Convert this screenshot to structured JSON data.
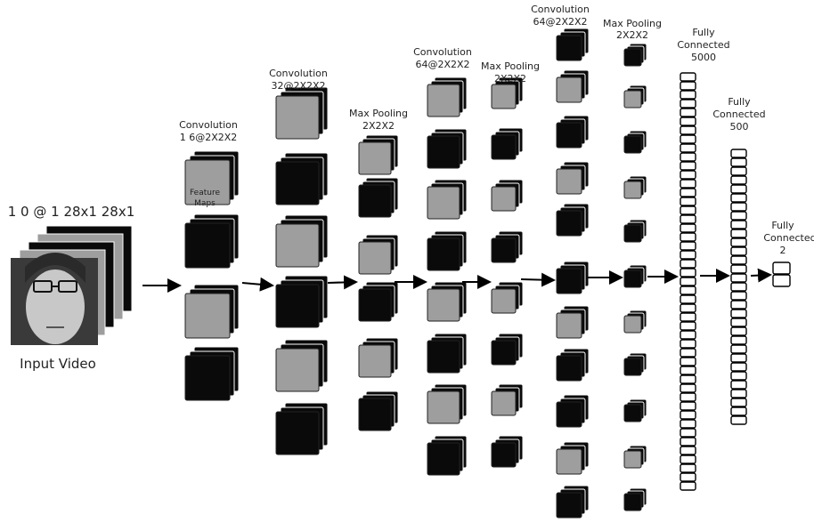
{
  "input": {
    "title": "1 0 @ 1 28x1 28x1",
    "caption": "Input Video"
  },
  "layers": {
    "conv1": {
      "name": "Convolution",
      "size": "1 6@2X2X2"
    },
    "conv2": {
      "name": "Convolution",
      "size": "32@2X2X2"
    },
    "pool1": {
      "name": "Max Pooling",
      "size": "2X2X2"
    },
    "conv3": {
      "name": "Convolution",
      "size": "64@2X2X2"
    },
    "pool2": {
      "name": "Max Pooling",
      "size": "2X2X2"
    },
    "conv4": {
      "name": "Convolution",
      "size": "64@2X2X2"
    },
    "pool3": {
      "name": "Max Pooling",
      "size": "2X2X2"
    },
    "fc1": {
      "name": "Fully",
      "name2": "Connected",
      "size": "5000"
    },
    "fc2": {
      "name": "Fully",
      "name2": "Connected",
      "size": "500"
    },
    "fc3": {
      "name": "Fully",
      "name2": "Connected",
      "size": "2"
    }
  },
  "feature_maps": {
    "line1": "Feature",
    "line2": "Maps"
  },
  "colors": {
    "dark": "#0a0a0a",
    "gray": "#9e9e9e",
    "face_bg": "#3a3a3a"
  }
}
